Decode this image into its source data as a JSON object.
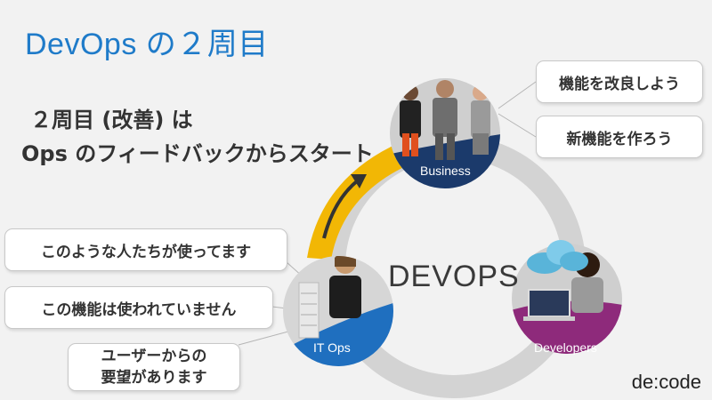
{
  "slide": {
    "title": "DevOps の２周目",
    "subtitle_line1": "２周目 (改善) は",
    "subtitle_line2": "Ops のフィードバックからスタート",
    "center_label": "DEVOPS",
    "logo": "de:code"
  },
  "circles": {
    "business": "Business",
    "developers": "Developers",
    "itops": "IT Ops"
  },
  "business_bubbles": [
    "機能を改良しよう",
    "新機能を作ろう"
  ],
  "ops_bubbles": [
    "このような人たちが使ってます",
    "この機能は使われていません"
  ],
  "ops_bubble_multi": [
    "ユーザーからの",
    "要望があります"
  ],
  "colors": {
    "title": "#1f7bc9",
    "business": "#1b3a6b",
    "developers": "#8e2a7b",
    "itops": "#1f6fbf",
    "arrow": "#f2b705",
    "ring": "#d0d0d0"
  }
}
